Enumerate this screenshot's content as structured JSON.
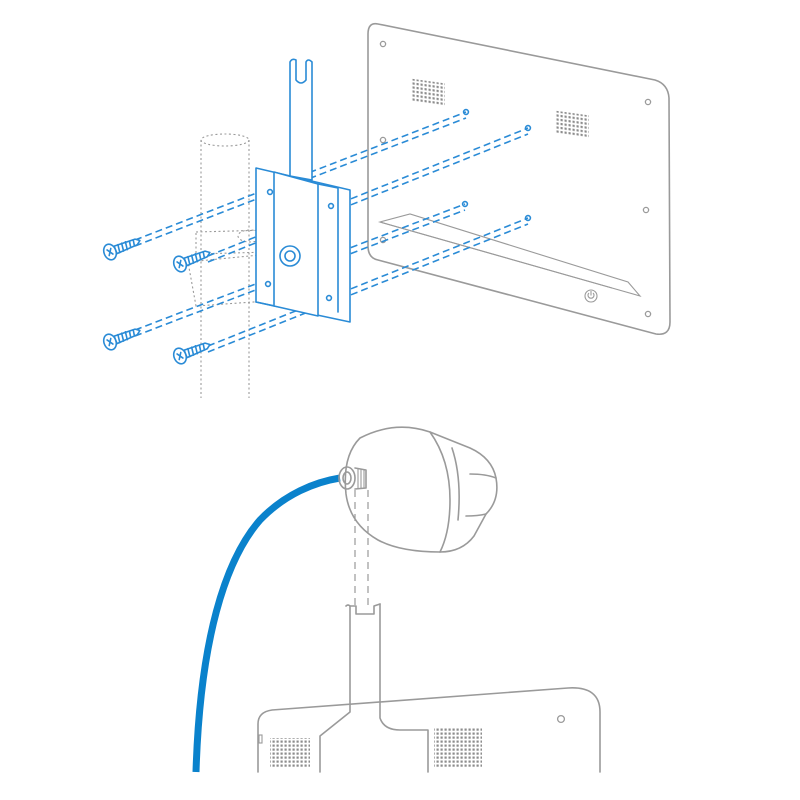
{
  "figure": {
    "kind": "mounting-instructions",
    "steps": [
      {
        "name": "bracket-screwed-to-tablet-back",
        "screw_count": 4
      },
      {
        "name": "camera-threaded-onto-bracket-post"
      }
    ]
  },
  "colors": {
    "accent": "#2a8bd6",
    "cable": "#0a82cc",
    "line_gray": "#9a9a9a",
    "background": "#ffffff"
  },
  "icons": [
    "screw-icon",
    "power-button-icon",
    "speaker-grille-icon"
  ]
}
